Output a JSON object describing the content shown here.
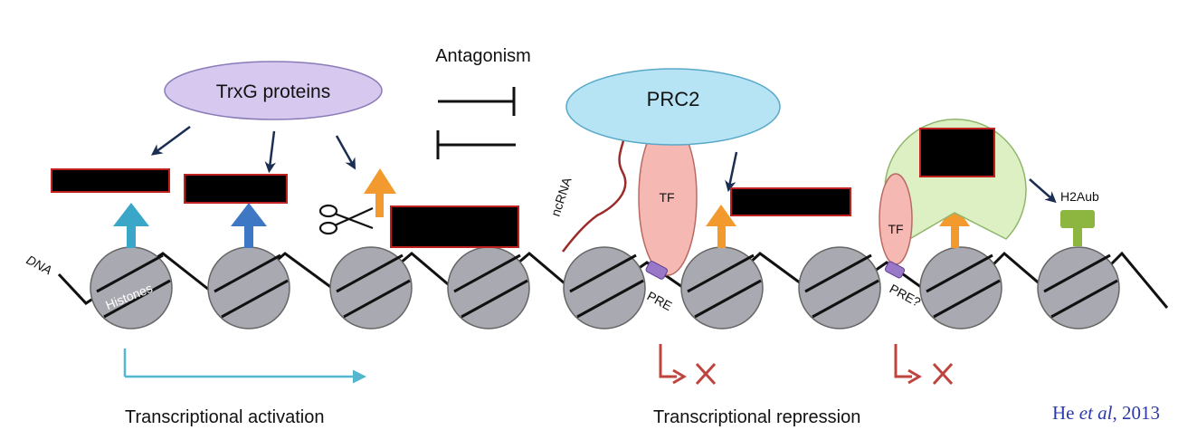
{
  "labels": {
    "antagonism": "Antagonism",
    "trxg": "TrxG proteins",
    "prc2": "PRC2",
    "ncrna": "ncRNA",
    "tf": "TF",
    "pre": "PRE",
    "pre_question": "PRE?",
    "h2aub": "H2Aub",
    "dna": "DNA",
    "histones": "Histones",
    "activation": "Transcriptional activation",
    "repression": "Transcriptional repression",
    "citation_author": "He ",
    "citation_etal": "et al",
    "citation_year": ", 2013"
  },
  "colors": {
    "trxg_fill": "#d6c8ee",
    "prc2_fill": "#b6e4f4",
    "tf_fill": "#f6b8b2",
    "pacman_fill": "#ddf0c4",
    "histone_fill": "#a9a9b1",
    "arrow_navy": "#1b2e52",
    "activation_line": "#55b6cf",
    "repression_red": "#c0443e",
    "orange_mark": "#f39a2e",
    "teal_mark": "#3aa7c9",
    "blue_mark": "#3e78c4",
    "green_mark": "#8cb640",
    "pre_purple": "#9a78c8",
    "redacted_box": "#000000",
    "redacted_border": "#c0201e",
    "citation": "#2b3aa6"
  }
}
